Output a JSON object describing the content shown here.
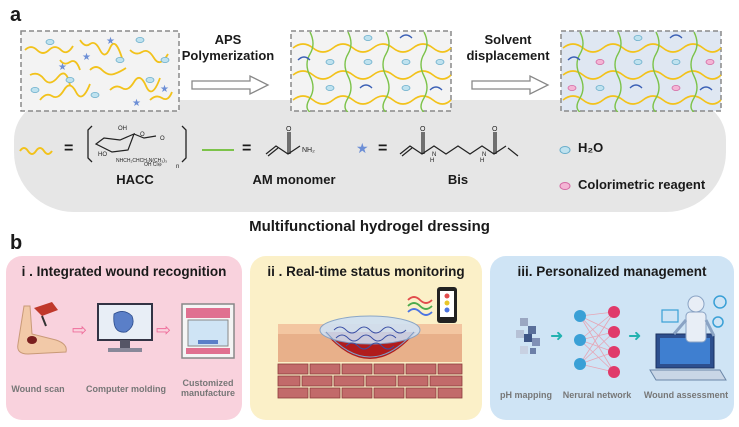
{
  "panel_a": {
    "letter": "a",
    "step1": "APS\nPolymerization",
    "step2": "Solvent\ndisplacement",
    "legend": {
      "hacc": "HACC",
      "am": "AM monomer",
      "bis": "Bis",
      "water": "H₂O",
      "reagent": "Colorimetric reagent",
      "eq": "="
    },
    "title": "Multifunctional hydrogel dressing"
  },
  "panel_b": {
    "letter": "b",
    "boxes": [
      {
        "title": "i . Integrated wound recognition",
        "captions": [
          "Wound scan",
          "Computer molding",
          "Customized\nmanufacture"
        ],
        "color": "#f9d2dd"
      },
      {
        "title": "ii . Real-time status monitoring",
        "color": "#fbf0c8"
      },
      {
        "title": "iii. Personalized management",
        "captions": [
          "pH mapping",
          "Nerural network",
          "Wound assessment"
        ],
        "color": "#cfe4f5"
      }
    ]
  }
}
